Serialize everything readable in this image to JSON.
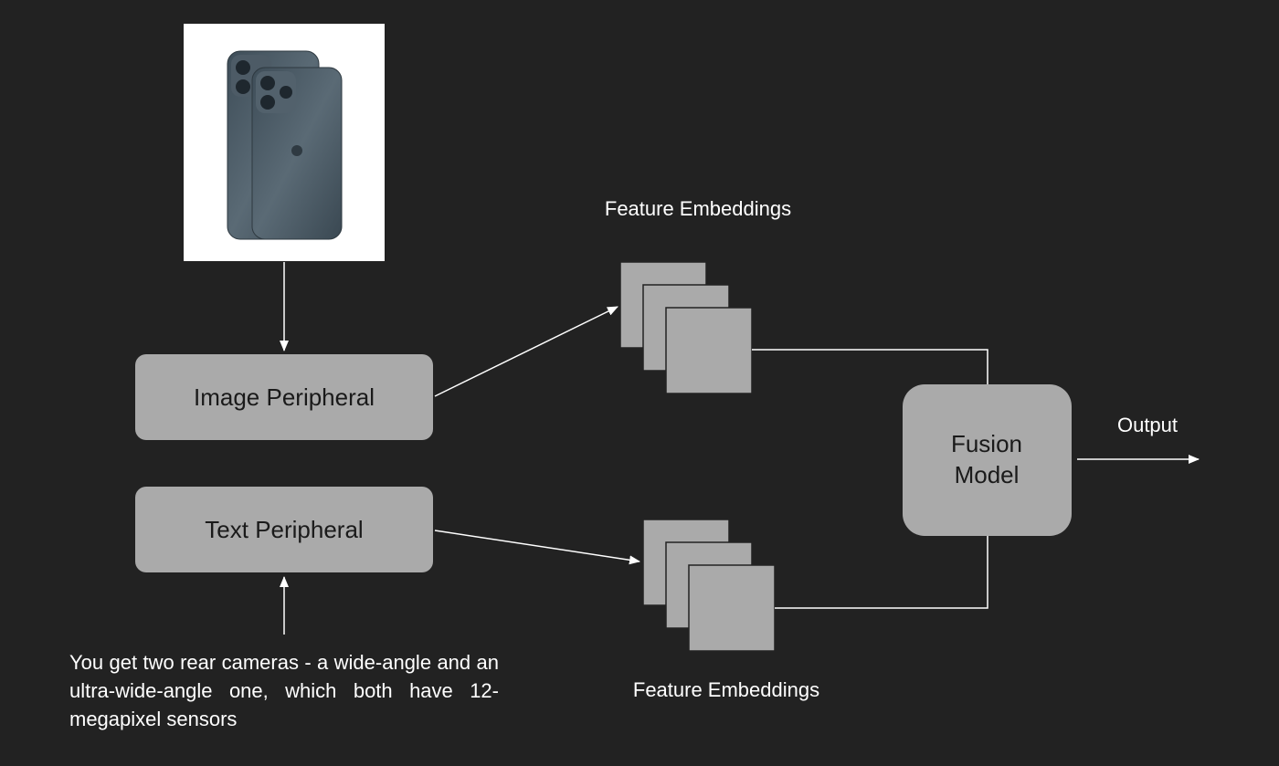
{
  "colors": {
    "background": "#222222",
    "box_fill": "#aaaaaa",
    "arrow": "#ffffff",
    "text_light": "#ffffff",
    "text_dark": "#1a1a1a"
  },
  "input_image": {
    "icon": "smartphone-photo-icon",
    "background": "#ffffff",
    "phone_color": "#4a5863"
  },
  "image_peripheral": {
    "label": "Image Peripheral"
  },
  "text_peripheral": {
    "label": "Text Peripheral"
  },
  "feature_embeddings_top": {
    "label": "Feature Embeddings"
  },
  "feature_embeddings_bottom": {
    "label": "Feature Embeddings"
  },
  "fusion_model": {
    "label_line1": "Fusion",
    "label_line2": "Model"
  },
  "output": {
    "label": "Output"
  },
  "input_text": {
    "text": "You get two rear cameras - a wide-angle and an ultra-wide-angle one, which both have 12-megapixel sensors"
  }
}
